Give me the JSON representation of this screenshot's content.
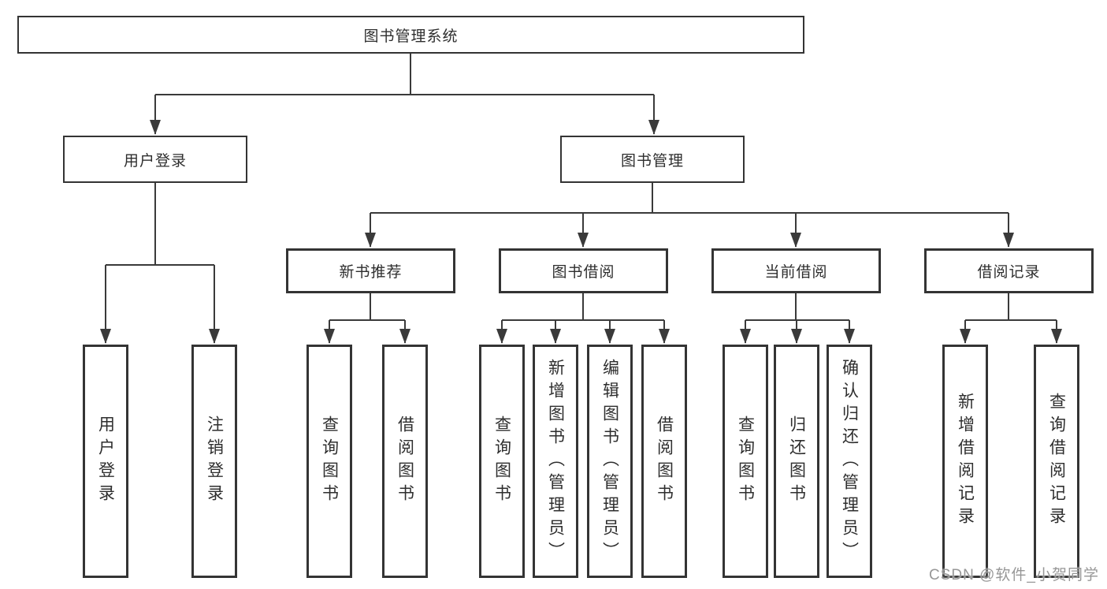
{
  "page": {
    "background": "#ffffff",
    "line_color": "#3a3a3a",
    "box_border_color": "#343434",
    "watermark": "CSDN @软件_小贺同学"
  },
  "tree": {
    "root": {
      "label": "图书管理系统"
    },
    "user_login": {
      "label": "用户登录",
      "children": [
        {
          "label": "用户登录"
        },
        {
          "label": "注销登录"
        }
      ]
    },
    "book_management": {
      "label": "图书管理",
      "groups": [
        {
          "label": "新书推荐",
          "children": [
            {
              "label": "查询图书"
            },
            {
              "label": "借阅图书"
            }
          ]
        },
        {
          "label": "图书借阅",
          "children": [
            {
              "label": "查询图书"
            },
            {
              "label": "新增图书（管理员）"
            },
            {
              "label": "编辑图书（管理员）"
            },
            {
              "label": "借阅图书"
            }
          ]
        },
        {
          "label": "当前借阅",
          "children": [
            {
              "label": "查询图书"
            },
            {
              "label": "归还图书"
            },
            {
              "label": "确认归还（管理员）"
            }
          ]
        },
        {
          "label": "借阅记录",
          "children": [
            {
              "label": "新增借阅记录"
            },
            {
              "label": "查询借阅记录"
            }
          ]
        }
      ]
    }
  }
}
